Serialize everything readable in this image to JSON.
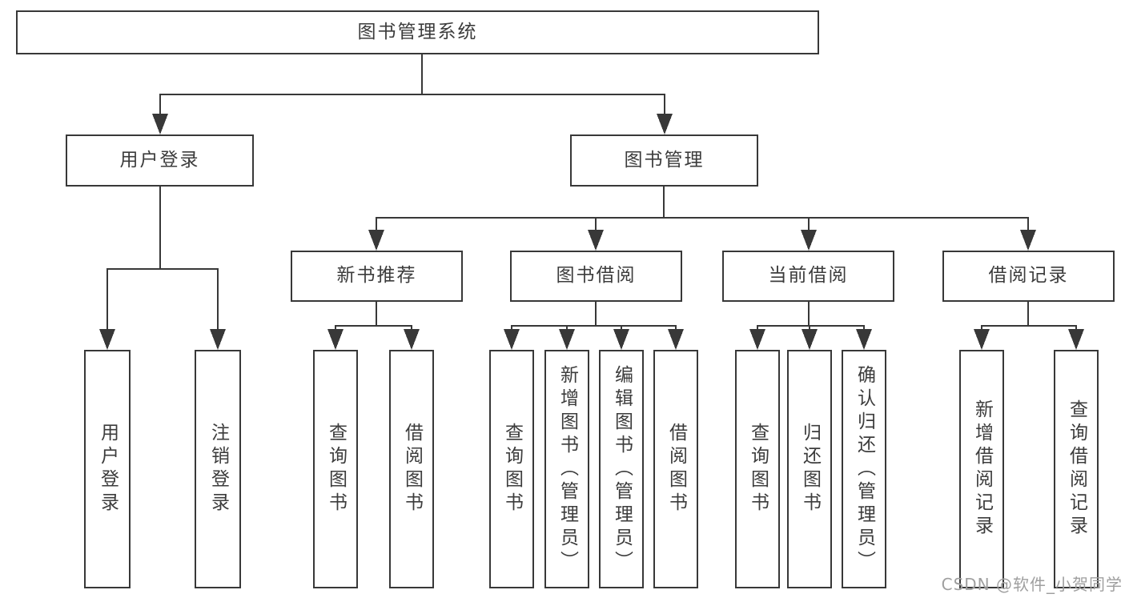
{
  "tree": {
    "root": {
      "label": "图书管理系统",
      "children": [
        {
          "label": "用户登录",
          "children": [
            {
              "label": "用户登录"
            },
            {
              "label": "注销登录"
            }
          ]
        },
        {
          "label": "图书管理",
          "children": [
            {
              "label": "新书推荐",
              "children": [
                {
                  "label": "查询图书"
                },
                {
                  "label": "借阅图书"
                }
              ]
            },
            {
              "label": "图书借阅",
              "children": [
                {
                  "label": "查询图书"
                },
                {
                  "label": "新增图书（管理员）"
                },
                {
                  "label": "编辑图书（管理员）"
                },
                {
                  "label": "借阅图书"
                }
              ]
            },
            {
              "label": "当前借阅",
              "children": [
                {
                  "label": "查询图书"
                },
                {
                  "label": "归还图书"
                },
                {
                  "label": "确认归还（管理员）"
                }
              ]
            },
            {
              "label": "借阅记录",
              "children": [
                {
                  "label": "新增借阅记录"
                },
                {
                  "label": "查询借阅记录"
                }
              ]
            }
          ]
        }
      ]
    }
  },
  "watermark": {
    "text": "CSDN @软件_小贺同学"
  },
  "colors": {
    "line": "#383838",
    "text": "#3c3c3c",
    "watermark": "#9f9f9f",
    "background": "#ffffff"
  }
}
